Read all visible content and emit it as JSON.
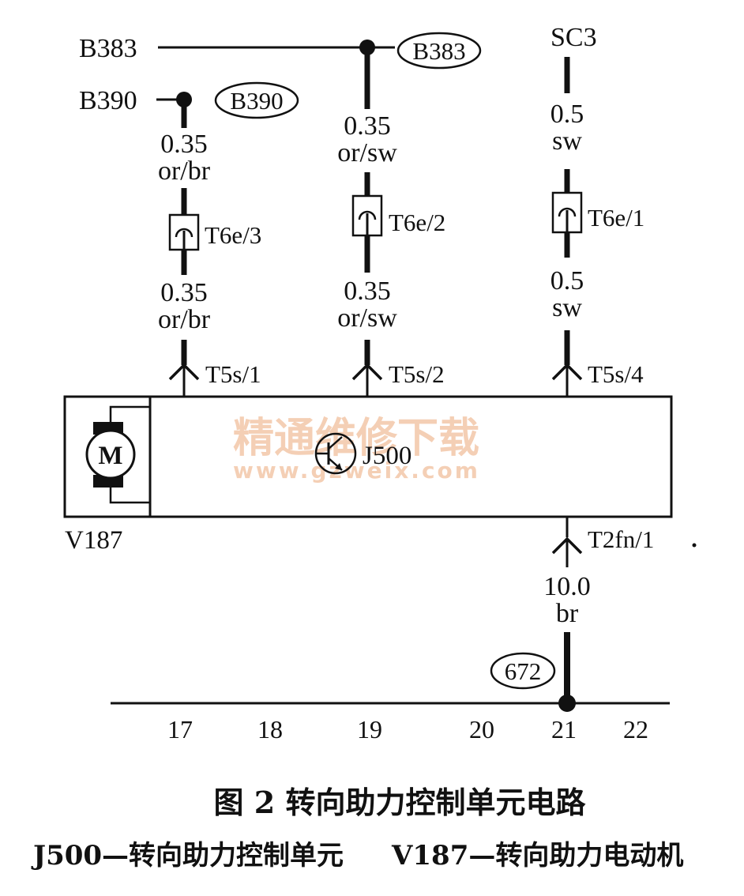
{
  "signals": {
    "b383_left": "B383",
    "b383_oval": "B383",
    "b390_left": "B390",
    "b390_oval": "B390",
    "sc3": "SC3"
  },
  "wires": {
    "left_top_size": "0.35",
    "left_top_color": "or/br",
    "left_bot_size": "0.35",
    "left_bot_color": "or/br",
    "mid_top_size": "0.35",
    "mid_top_color": "or/sw",
    "mid_bot_size": "0.35",
    "mid_bot_color": "or/sw",
    "right_top_size": "0.5",
    "right_top_color": "sw",
    "right_bot_size": "0.5",
    "right_bot_color": "sw",
    "ground_size": "10.0",
    "ground_color": "br"
  },
  "connectors": {
    "t6e3": "T6e/3",
    "t6e2": "T6e/2",
    "t6e1": "T6e/1",
    "t5s1": "T5s/1",
    "t5s2": "T5s/2",
    "t5s4": "T5s/4",
    "t2fn1": "T2fn/1"
  },
  "components": {
    "motor_symbol": "M",
    "motor_label": "V187",
    "ecu_label": "J500"
  },
  "ground_point": "672",
  "tracks": [
    "17",
    "18",
    "19",
    "20",
    "21",
    "22"
  ],
  "watermark": {
    "line1": "精通维修下载",
    "line2": "www.gzweix.com"
  },
  "caption": "图 2  转向助力控制单元电路",
  "legend": {
    "j500": "J500—转向助力控制单元",
    "v187": "V187—转向助力电动机"
  }
}
